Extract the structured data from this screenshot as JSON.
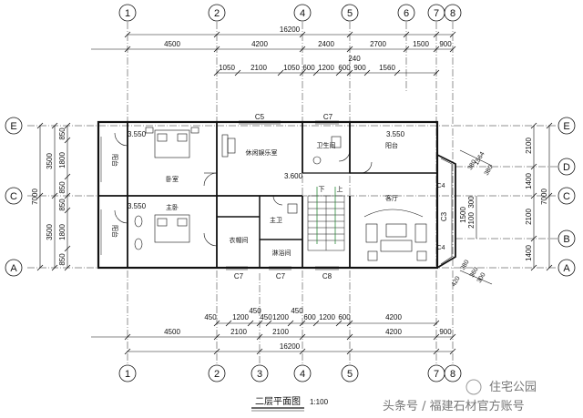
{
  "grid_axes": {
    "vertical": [
      "1",
      "2",
      "3",
      "4",
      "5",
      "6",
      "7",
      "8"
    ],
    "horizontal": [
      "A",
      "B",
      "C",
      "D",
      "E"
    ]
  },
  "top_dims": {
    "total": "16200",
    "row1": [
      "4500",
      "4200",
      "2400",
      "2700",
      "1500",
      "900"
    ],
    "row2": [
      "1050",
      "2100",
      "1050",
      "600",
      "1200",
      "600",
      "900",
      "1560"
    ],
    "small": "240"
  },
  "bottom_dims": {
    "total": "16200",
    "row1": [
      "4500",
      "2100",
      "2100",
      "4200",
      "900"
    ],
    "row2": [
      "450",
      "1200",
      "450",
      "450",
      "1200",
      "450",
      "600",
      "1200",
      "600",
      "4200"
    ]
  },
  "left_dims": {
    "total": "7000",
    "row1": [
      "3500",
      "3500"
    ],
    "row2": [
      "850",
      "1800",
      "850",
      "850",
      "1800",
      "850"
    ]
  },
  "right_dims": {
    "total": "7000",
    "row1": [
      "2100",
      "1400",
      "2100",
      "1400"
    ],
    "row2": [
      "2100",
      "1500",
      "300"
    ],
    "diag": [
      "1564",
      "380",
      "380",
      "380",
      "360",
      "420",
      "300"
    ]
  },
  "windows": {
    "c5_top": "C5",
    "c7_top": "C7",
    "c7_bottom_1": "C7",
    "c7_bottom_2": "C7",
    "c8_bottom": "C8",
    "c3_right": "C3",
    "c4_right_top": "C4",
    "c4_right_bottom": "C4"
  },
  "rooms": {
    "balcony_top_left": "阳台",
    "bedroom": "卧室",
    "leisure": "休闲娱乐室",
    "bathroom": "卫生间",
    "balcony_top_right": "阳台",
    "balcony_bottom_left": "阳台",
    "master_bedroom": "主卧",
    "walk_in_closet": "衣帽间",
    "master_bath": "主卫",
    "bath_room": "淋浴间",
    "living_room": "客厅"
  },
  "stairs": {
    "down": "下",
    "up": "上"
  },
  "elevations": [
    "3.550",
    "3.550",
    "3.550",
    "3.600"
  ],
  "title": "二层平面图",
  "scale": "1:100",
  "watermark_top": "住宅公园",
  "watermark_bottom": "头条号 / 福建石材官方账号"
}
